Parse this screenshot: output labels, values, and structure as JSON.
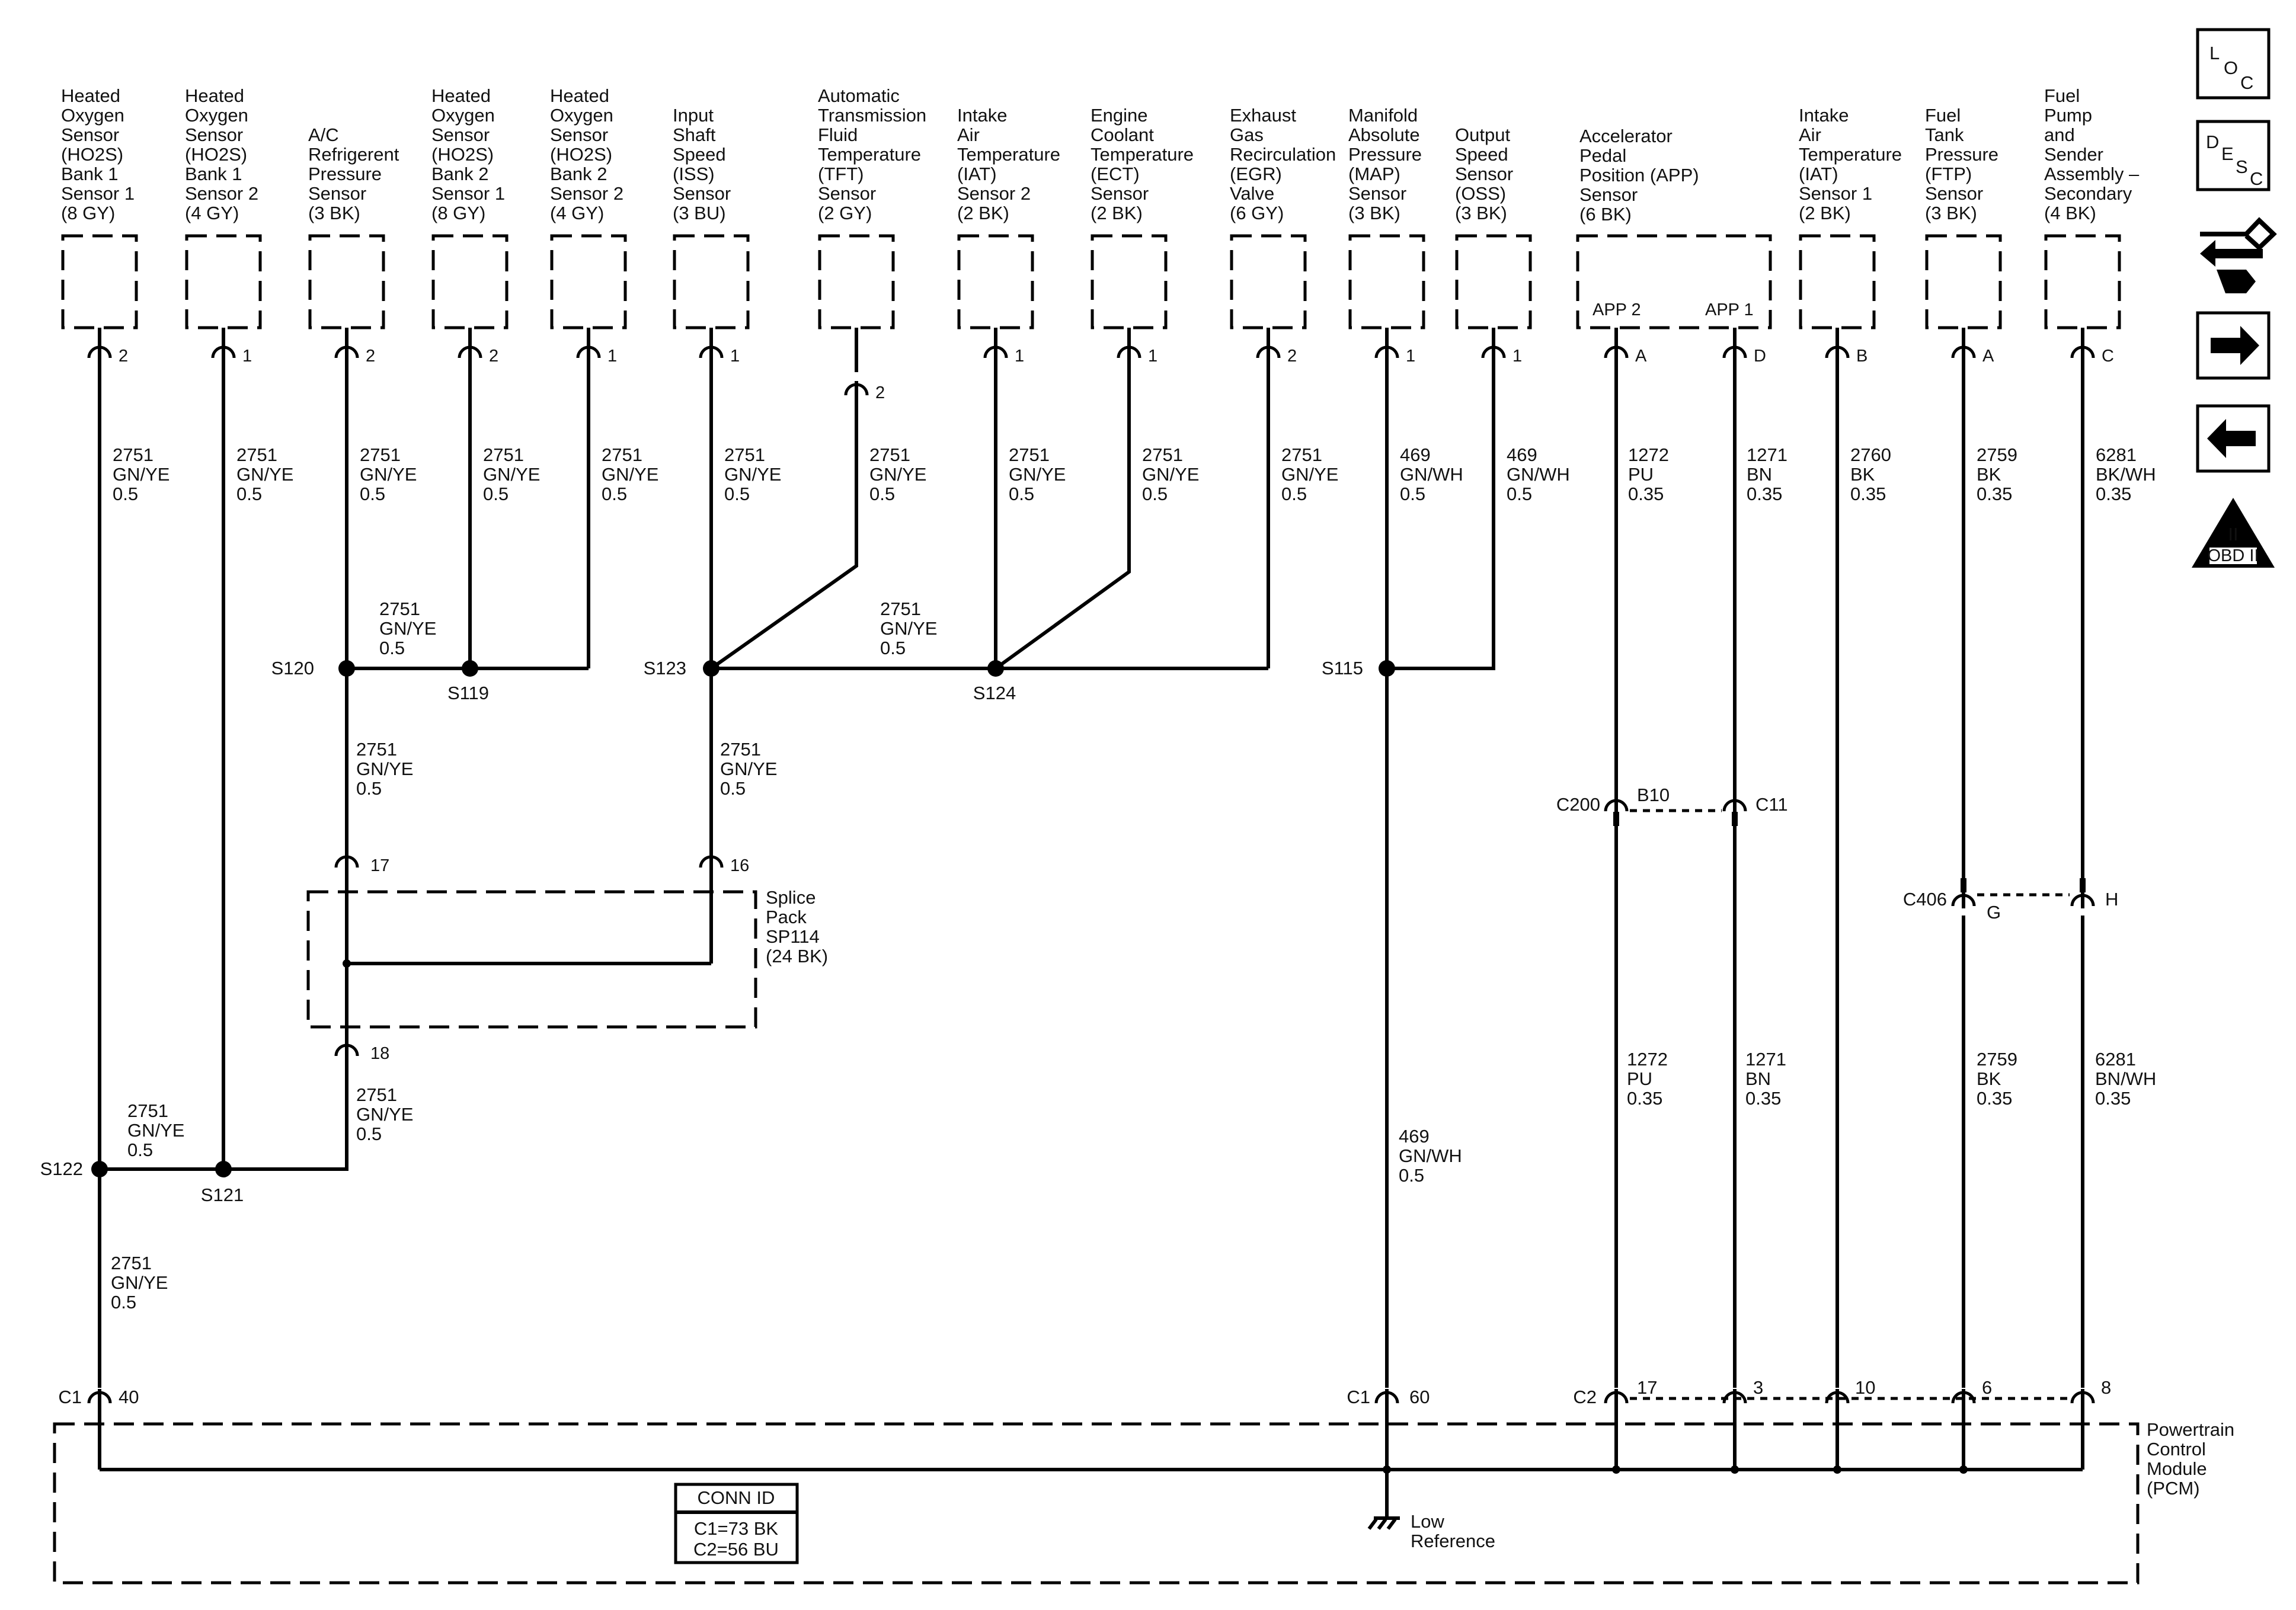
{
  "components": [
    {
      "id": "ho2s-b1s1",
      "lines": [
        "Heated",
        "Oxygen",
        "Sensor",
        "(HO2S)",
        "Bank 1",
        "Sensor 1",
        "(8 GY)"
      ],
      "pin": "2",
      "wire": [
        "2751",
        "GN/YE",
        "0.5"
      ]
    },
    {
      "id": "ho2s-b1s2",
      "lines": [
        "Heated",
        "Oxygen",
        "Sensor",
        "(HO2S)",
        "Bank 1",
        "Sensor 2",
        "(4 GY)"
      ],
      "pin": "1",
      "wire": [
        "2751",
        "GN/YE",
        "0.5"
      ]
    },
    {
      "id": "ac-pressure",
      "lines": [
        "A/C",
        "Refrigerent",
        "Pressure",
        "Sensor",
        "(3 BK)"
      ],
      "pin": "2",
      "wire": [
        "2751",
        "GN/YE",
        "0.5"
      ]
    },
    {
      "id": "ho2s-b2s1",
      "lines": [
        "Heated",
        "Oxygen",
        "Sensor",
        "(HO2S)",
        "Bank 2",
        "Sensor 1",
        "(8 GY)"
      ],
      "pin": "2",
      "wire": [
        "2751",
        "GN/YE",
        "0.5"
      ]
    },
    {
      "id": "ho2s-b2s2",
      "lines": [
        "Heated",
        "Oxygen",
        "Sensor",
        "(HO2S)",
        "Bank 2",
        "Sensor 2",
        "(4 GY)"
      ],
      "pin": "1",
      "wire": [
        "2751",
        "GN/YE",
        "0.5"
      ]
    },
    {
      "id": "iss",
      "lines": [
        "Input",
        "Shaft",
        "Speed",
        "(ISS)",
        "Sensor",
        "(3 BU)"
      ],
      "pin": "1",
      "wire": [
        "2751",
        "GN/YE",
        "0.5"
      ]
    },
    {
      "id": "tft",
      "lines": [
        "Automatic",
        "Transmission",
        "Fluid",
        "Temperature",
        "(TFT)",
        "Sensor",
        "(2 GY)"
      ],
      "pin": "2",
      "wire": [
        "2751",
        "GN/YE",
        "0.5"
      ]
    },
    {
      "id": "iat2",
      "lines": [
        "Intake",
        "Air",
        "Temperature",
        "(IAT)",
        "Sensor 2",
        "(2 BK)"
      ],
      "pin": "1",
      "wire": [
        "2751",
        "GN/YE",
        "0.5"
      ]
    },
    {
      "id": "ect",
      "lines": [
        "Engine",
        "Coolant",
        "Temperature",
        "(ECT)",
        "Sensor",
        "(2 BK)"
      ],
      "pin": "1",
      "wire": [
        "2751",
        "GN/YE",
        "0.5"
      ]
    },
    {
      "id": "egr",
      "lines": [
        "Exhaust",
        "Gas",
        "Recirculation",
        "(EGR)",
        "Valve",
        "(6 GY)"
      ],
      "pin": "2",
      "wire": [
        "2751",
        "GN/YE",
        "0.5"
      ]
    },
    {
      "id": "map",
      "lines": [
        "Manifold",
        "Absolute",
        "Pressure",
        "(MAP)",
        "Sensor",
        "(3 BK)"
      ],
      "pin": "1",
      "wire": [
        "469",
        "GN/WH",
        "0.5"
      ]
    },
    {
      "id": "oss",
      "lines": [
        "Output",
        "Speed",
        "Sensor",
        "(OSS)",
        "(3 BK)"
      ],
      "pin": "1",
      "wire": [
        "469",
        "GN/WH",
        "0.5"
      ]
    },
    {
      "id": "app",
      "lines": [
        "Accelerator",
        "Pedal",
        "Position (APP)",
        "Sensor",
        "(6 BK)"
      ],
      "sub": [
        "APP 2",
        "APP 1"
      ],
      "pins": [
        "A",
        "D"
      ],
      "wires": [
        [
          "1272",
          "PU",
          "0.35"
        ],
        [
          "1271",
          "BN",
          "0.35"
        ]
      ]
    },
    {
      "id": "iat1",
      "lines": [
        "Intake",
        "Air",
        "Temperature",
        "(IAT)",
        "Sensor 1",
        "(2 BK)"
      ],
      "pin": "B",
      "wire": [
        "2760",
        "BK",
        "0.35"
      ]
    },
    {
      "id": "ftp",
      "lines": [
        "Fuel",
        "Tank",
        "Pressure",
        "(FTP)",
        "Sensor",
        "(3 BK)"
      ],
      "pin": "A",
      "wire": [
        "2759",
        "BK",
        "0.35"
      ]
    },
    {
      "id": "fuel-pump",
      "lines": [
        "Fuel",
        "Pump",
        "and",
        "Sender",
        "Assembly –",
        "Secondary",
        "(4 BK)"
      ],
      "pin": "C",
      "wire": [
        "6281",
        "BK/WH",
        "0.35"
      ]
    }
  ],
  "splices": [
    "S120",
    "S119",
    "S123",
    "S124",
    "S115",
    "S122",
    "S121"
  ],
  "splice_wires": {
    "s120_s119": [
      "2751",
      "GN/YE",
      "0.5"
    ],
    "s123_s124": [
      "2751",
      "GN/YE",
      "0.5"
    ],
    "s120_down": [
      "2751",
      "GN/YE",
      "0.5"
    ],
    "s123_down": [
      "2751",
      "GN/YE",
      "0.5"
    ],
    "sp_out": [
      "2751",
      "GN/YE",
      "0.5"
    ],
    "s122_s121": [
      "2751",
      "GN/YE",
      "0.5"
    ],
    "s122_down": [
      "2751",
      "GN/YE",
      "0.5"
    ],
    "s115_down": [
      "469",
      "GN/WH",
      "0.5"
    ],
    "app2_lower": [
      "1272",
      "PU",
      "0.35"
    ],
    "app1_lower": [
      "1271",
      "BN",
      "0.35"
    ],
    "ftp_lower": [
      "2759",
      "BK",
      "0.35"
    ],
    "fp_lower": [
      "6281",
      "BN/WH",
      "0.35"
    ]
  },
  "splice_pack": {
    "lines": [
      "Splice",
      "Pack",
      "SP114",
      "(24 BK)"
    ],
    "pins": [
      "17",
      "16",
      "18"
    ]
  },
  "connectors": {
    "c200": {
      "name": "C200",
      "pins": [
        "B10",
        "C11"
      ]
    },
    "c406": {
      "name": "C406",
      "pins": [
        "G",
        "H"
      ]
    },
    "c1_left": {
      "name": "C1",
      "pin": "40"
    },
    "c1_mid": {
      "name": "C1",
      "pin": "60"
    },
    "c2": {
      "name": "C2",
      "pins": [
        "17",
        "3",
        "10",
        "6",
        "8"
      ]
    }
  },
  "pcm": {
    "lines": [
      "Powertrain",
      "Control",
      "Module",
      "(PCM)"
    ]
  },
  "low_reference": [
    "Low",
    "Reference"
  ],
  "conn_id": {
    "title": "CONN ID",
    "lines": [
      "C1=73 BK",
      "C2=56 BU"
    ]
  },
  "nav": {
    "loc": [
      "L",
      "O",
      "C"
    ],
    "desc": [
      "D",
      "E",
      "S",
      "C"
    ],
    "obd": "OBD II",
    "obd_roman": "II"
  }
}
